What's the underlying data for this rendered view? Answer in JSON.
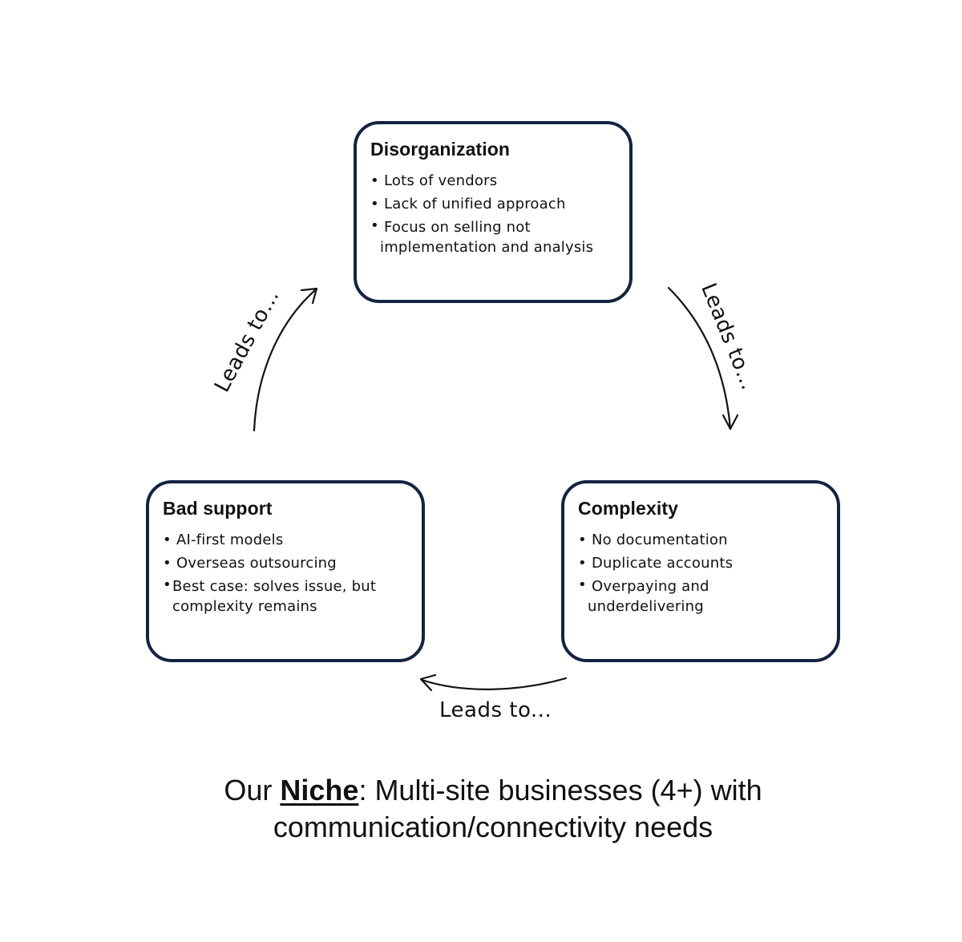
{
  "boxes": {
    "top": {
      "title": "Disorganization",
      "items": [
        "Lots of vendors",
        "Lack of unified approach",
        "Focus on selling not",
        "implementation and analysis"
      ]
    },
    "left": {
      "title": "Bad support",
      "items": [
        "AI-first models",
        "Overseas outsourcing",
        "Best case: solves issue, but",
        "complexity remains"
      ]
    },
    "right": {
      "title": "Complexity",
      "items": [
        "No documentation",
        "Duplicate accounts",
        "Overpaying and",
        "underdelivering"
      ]
    }
  },
  "bullet": "•",
  "arrows": {
    "left_label": "Leads to…",
    "right_label": "Leads to…",
    "bottom_label": "Leads to..."
  },
  "niche": {
    "prefix": "Our ",
    "emphasis": "Niche",
    "line1_rest": ": Multi-site businesses (4+) with",
    "line2": "communication/connectivity needs"
  },
  "colors": {
    "box_border": "#14233f",
    "text": "#111111",
    "background": "#ffffff"
  }
}
